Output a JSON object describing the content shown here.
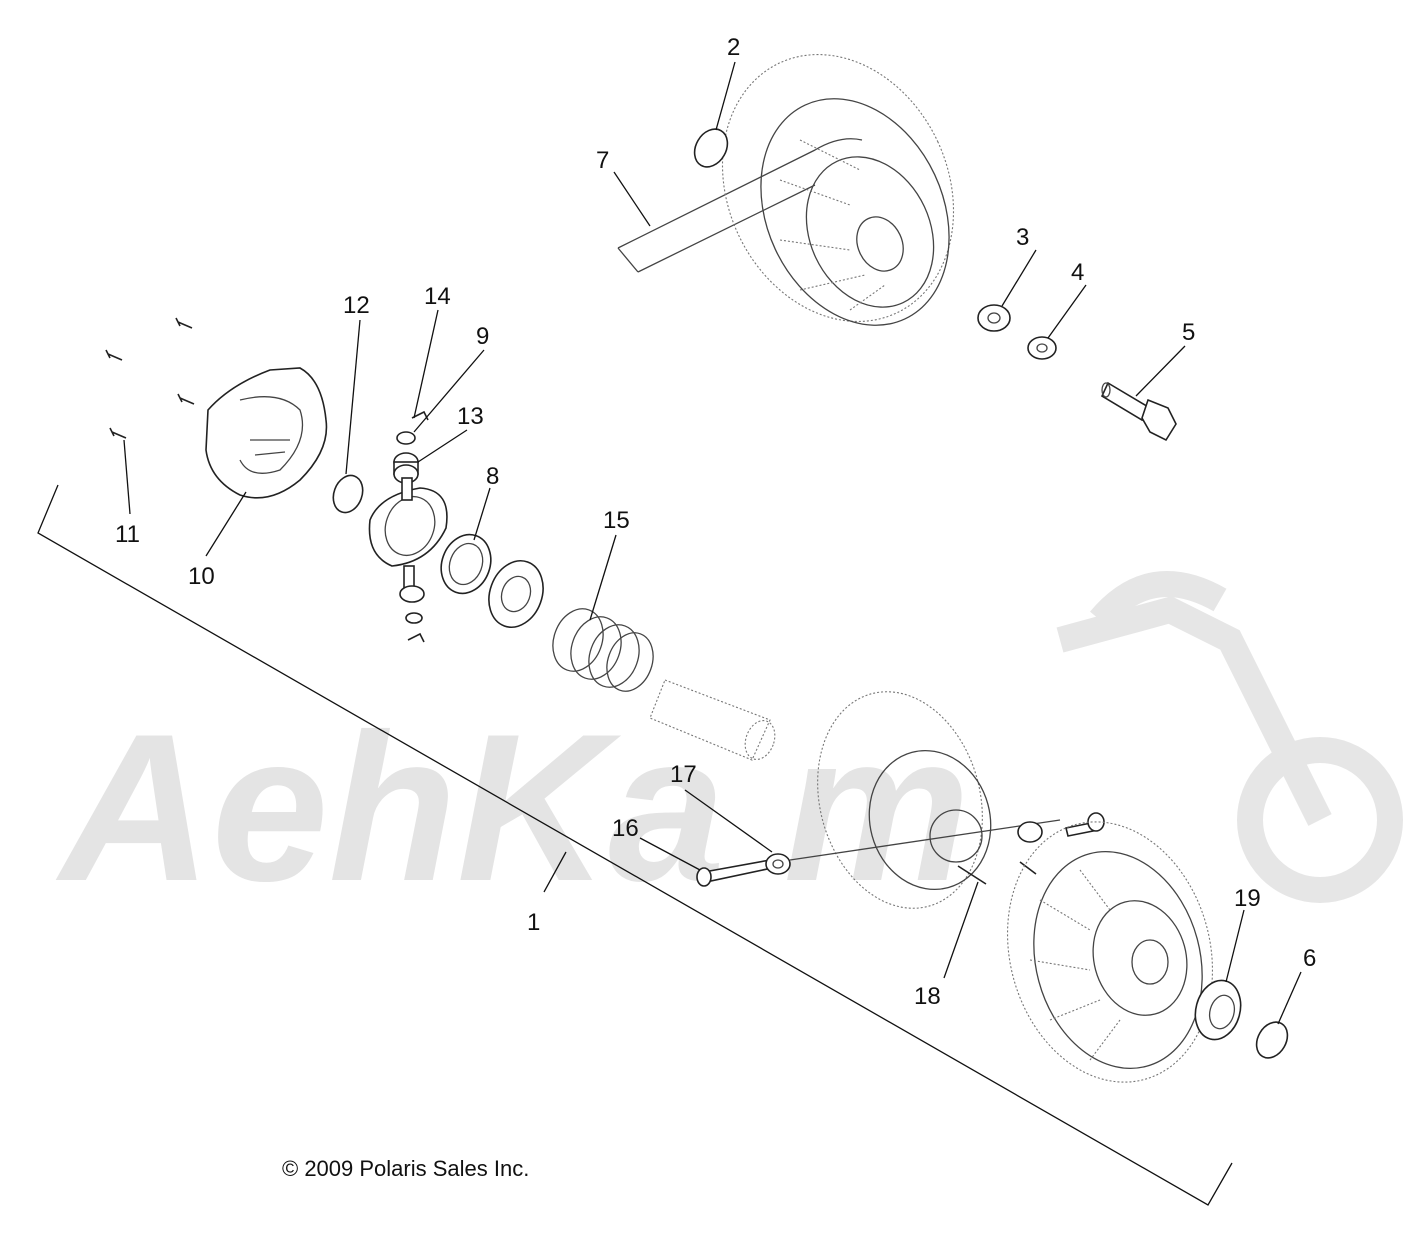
{
  "diagram": {
    "copyright": "© 2009 Polaris Sales Inc.",
    "watermark_text": "AehKa m",
    "callouts": [
      "1",
      "2",
      "3",
      "4",
      "5",
      "6",
      "7",
      "8",
      "9",
      "10",
      "11",
      "12",
      "13",
      "14",
      "15",
      "16",
      "17",
      "18",
      "19"
    ]
  },
  "colors": {
    "line": "#111111",
    "watermark": "#e4e4e4",
    "background": "#ffffff"
  }
}
